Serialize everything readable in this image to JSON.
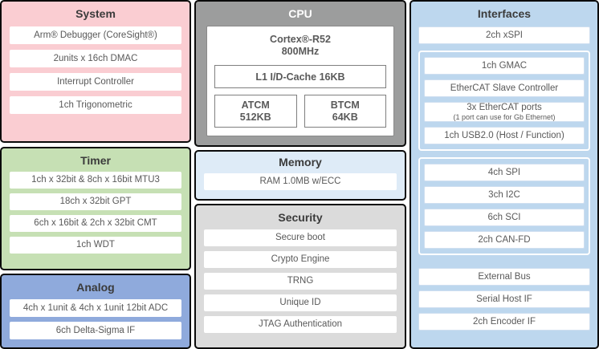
{
  "colors": {
    "system_bg": "#FACDD2",
    "timer_bg": "#C6E0B4",
    "analog_bg": "#8FAADC",
    "cpu_bg": "#9C9D9D",
    "memory_bg": "#DEEBF7",
    "security_bg": "#DBDBDB",
    "interfaces_bg": "#BDD7EE",
    "block_border": "#0A0A0A",
    "item_bg": "#FFFFFF",
    "title_text": "#3B3B3B",
    "cpu_title_text": "#FFFFFF",
    "item_text": "#595959"
  },
  "blocks": {
    "system": {
      "title": "System",
      "items": [
        "Arm® Debugger (CoreSight®)",
        "2units x 16ch DMAC",
        "Interrupt Controller",
        "1ch Trigonometric"
      ]
    },
    "cpu": {
      "title": "CPU",
      "core": {
        "name": "Cortex®-R52",
        "frequency": "800MHz",
        "cache": "L1 I/D-Cache 16KB",
        "atcm": {
          "name": "ATCM",
          "size": "512KB"
        },
        "btcm": {
          "name": "BTCM",
          "size": "64KB"
        }
      }
    },
    "timer": {
      "title": "Timer",
      "items": [
        "1ch x 32bit & 8ch x 16bit MTU3",
        "18ch x 32bit GPT",
        "6ch x 16bit & 2ch x 32bit CMT",
        "1ch WDT"
      ]
    },
    "memory": {
      "title": "Memory",
      "items": [
        "RAM 1.0MB w/ECC"
      ]
    },
    "security": {
      "title": "Security",
      "items": [
        "Secure boot",
        "Crypto Engine",
        "TRNG",
        "Unique ID",
        "JTAG Authentication"
      ]
    },
    "analog": {
      "title": "Analog",
      "items": [
        "4ch x 1unit & 4ch x 1unit 12bit ADC",
        "6ch Delta-Sigma IF"
      ]
    },
    "interfaces": {
      "title": "Interfaces",
      "top_items": [
        "2ch xSPI"
      ],
      "network_group": {
        "items": [
          {
            "label": "1ch GMAC"
          },
          {
            "label": "EtherCAT Slave Controller"
          },
          {
            "label": "3x EtherCAT ports",
            "note": "(1 port can use for Gb Ethernet)"
          },
          {
            "label": "1ch USB2.0 (Host / Function)"
          }
        ]
      },
      "serial_group": {
        "items": [
          {
            "label": "4ch SPI"
          },
          {
            "label": "3ch I2C"
          },
          {
            "label": "6ch SCI"
          },
          {
            "label": "2ch CAN-FD"
          }
        ]
      },
      "bottom_items": [
        "External Bus",
        "Serial Host IF",
        "2ch Encoder IF"
      ]
    }
  }
}
